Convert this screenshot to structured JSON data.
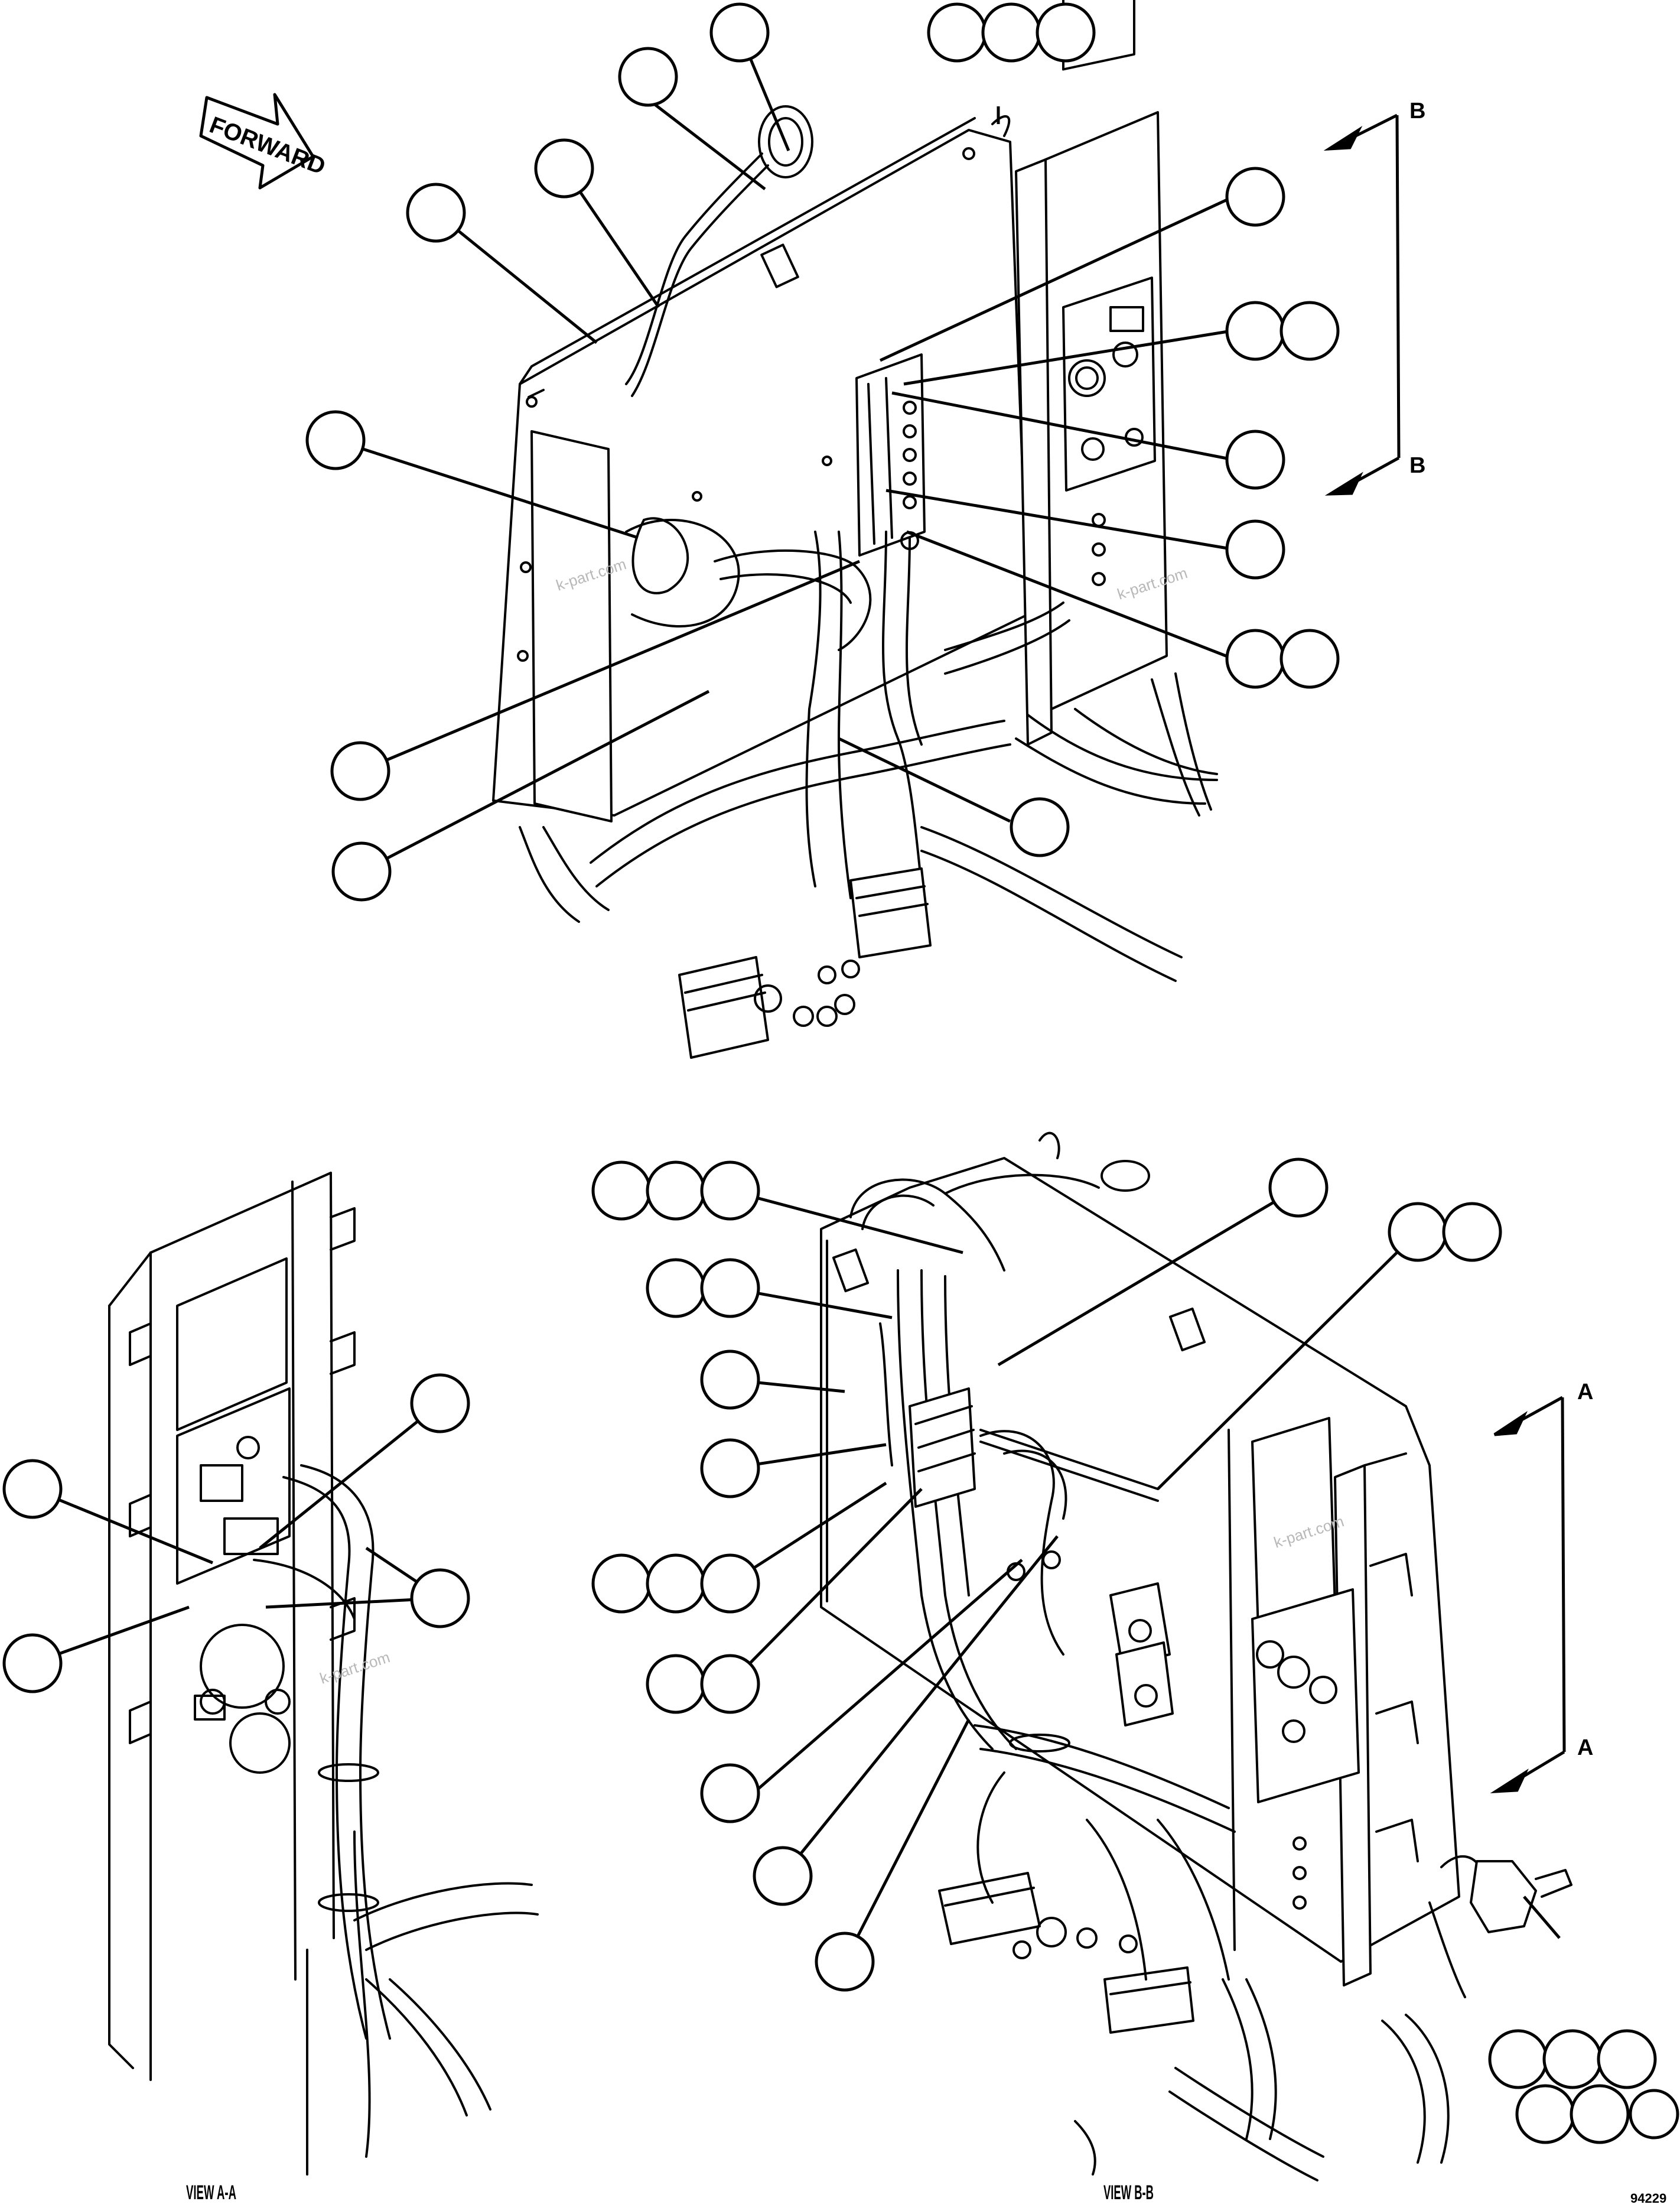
{
  "forward_label": "FORWARD",
  "section_marks": {
    "b_top": "B",
    "b_bottom": "B",
    "a_top": "A",
    "a_bottom": "A"
  },
  "view_labels": {
    "view_a": "VIEW A-A",
    "view_b": "VIEW B-B"
  },
  "figure_number": "94229",
  "watermarks": [
    "k-part.com",
    "k-part.com",
    "k-part.com",
    "k-part.com"
  ],
  "colors": {
    "line": "#000000",
    "background": "#ffffff",
    "watermark": "#b8b8b8"
  }
}
